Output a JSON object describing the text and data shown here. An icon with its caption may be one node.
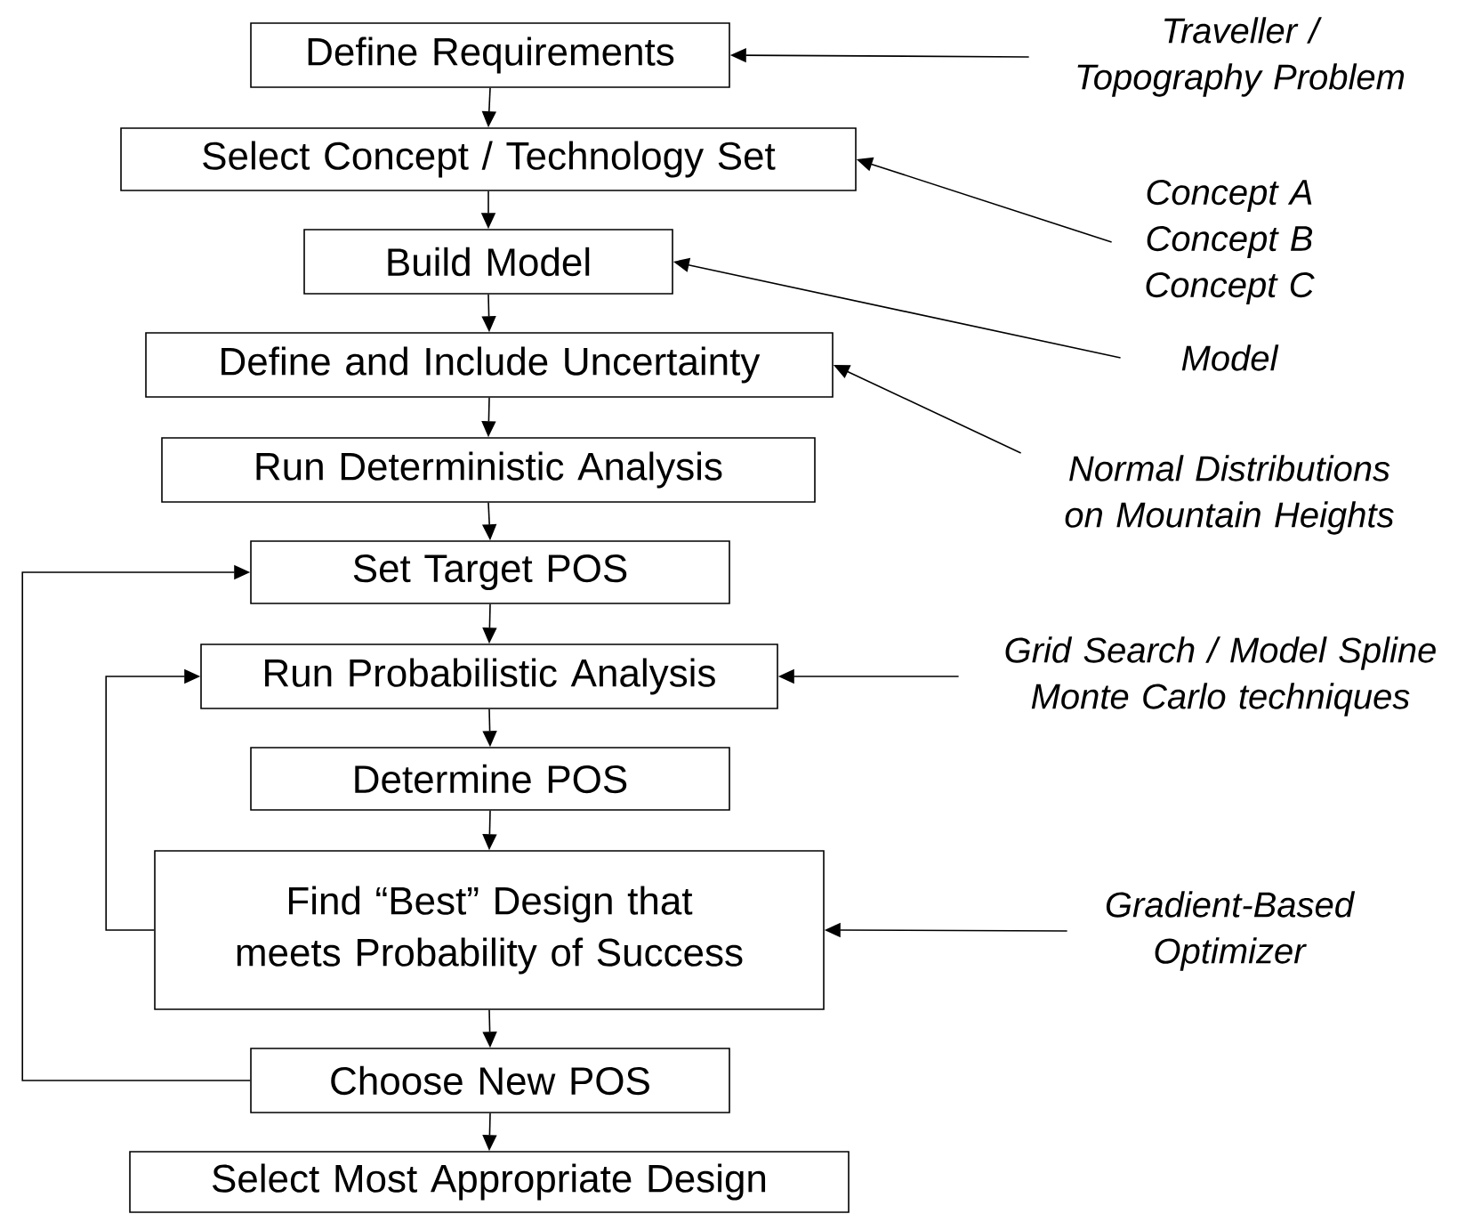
{
  "diagram": {
    "nodes": [
      {
        "text": [
          "Define Requirements"
        ]
      },
      {
        "text": [
          "Select Concept / Technology Set"
        ]
      },
      {
        "text": [
          "Build Model"
        ]
      },
      {
        "text": [
          "Define and Include Uncertainty"
        ]
      },
      {
        "text": [
          "Run Deterministic Analysis"
        ]
      },
      {
        "text": [
          "Set Target POS"
        ]
      },
      {
        "text": [
          "Run Probabilistic Analysis"
        ]
      },
      {
        "text": [
          "Determine POS"
        ]
      },
      {
        "text": [
          "Find “Best” Design that meets Probability of Success"
        ]
      },
      {
        "text": [
          "Choose New POS"
        ]
      },
      {
        "text": [
          "Select Most Appropriate Design"
        ]
      },
      {
        "text": [
          "Traveller / Topography Problem"
        ]
      },
      {
        "text": [
          "Concept A Concept B Concept C"
        ]
      },
      {
        "text": [
          "Model"
        ]
      },
      {
        "text": [
          "Normal Distributions on Mountain Heights"
        ]
      },
      {
        "text": [
          "Grid Search / Model Spline Monte Carlo techniques"
        ]
      },
      {
        "text": [
          "Gradient-Based Optimizer"
        ]
      }
    ],
    "edges": [
      {
        "from": 0,
        "to": 1,
        "arrow": "to"
      },
      {
        "from": 1,
        "to": 2,
        "arrow": "to"
      },
      {
        "from": 2,
        "to": 3,
        "arrow": "to"
      },
      {
        "from": 3,
        "to": 4,
        "arrow": "to"
      },
      {
        "from": 4,
        "to": 5,
        "arrow": "to"
      },
      {
        "from": 5,
        "to": 6,
        "arrow": "to"
      },
      {
        "from": 6,
        "to": 7,
        "arrow": "to"
      },
      {
        "from": 7,
        "to": 8,
        "arrow": "to"
      },
      {
        "from": 8,
        "to": 9,
        "arrow": "to"
      },
      {
        "from": 9,
        "to": 10,
        "arrow": "to"
      },
      {
        "from": 9,
        "to": 5,
        "arrow": "to"
      },
      {
        "from": 8,
        "to": 6,
        "arrow": "to"
      },
      {
        "from": 11,
        "to": 0,
        "arrow": "to"
      },
      {
        "from": 12,
        "to": 1,
        "arrow": "to"
      },
      {
        "from": 13,
        "to": 2,
        "arrow": "to"
      },
      {
        "from": 14,
        "to": 3,
        "arrow": "to"
      },
      {
        "from": 15,
        "to": 6,
        "arrow": "to"
      },
      {
        "from": 16,
        "to": 8,
        "arrow": "to"
      }
    ]
  }
}
